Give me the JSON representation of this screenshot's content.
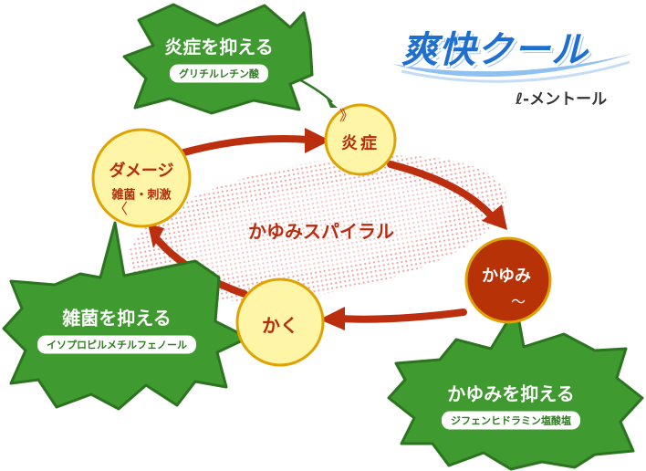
{
  "brand": {
    "title": "爽快クール",
    "subtitle": "ℓ-メントール"
  },
  "cycle": {
    "label": "かゆみスパイラル",
    "nodes": {
      "inflammation": "炎症",
      "itch": "かゆみ",
      "scratch": "かく",
      "damage": {
        "title": "ダメージ",
        "detail": "雑菌・刺激"
      }
    }
  },
  "remedies": [
    {
      "id": "inflammation",
      "title": "炎症を抑える",
      "ingredient": "グリチルレチン酸"
    },
    {
      "id": "germs",
      "title": "雑菌を抑える",
      "ingredient": "イソプロピルメチルフェノール"
    },
    {
      "id": "itch",
      "title": "かゆみを抑える",
      "ingredient": "ジフェンヒドラミン塩酸塩"
    }
  ],
  "colors": {
    "burst_green": "#3f9a2f",
    "burst_edge": "#2c7420",
    "node_fill": "#fff5a6",
    "node_stroke": "#e0a200",
    "itch_fill": "#b83208",
    "arrow": "#bb2f0f",
    "ellipse_dots": "#f2a3a3",
    "brand_blue": "#1f6fd1"
  },
  "icons": [
    "mist-swoosh-icon"
  ]
}
